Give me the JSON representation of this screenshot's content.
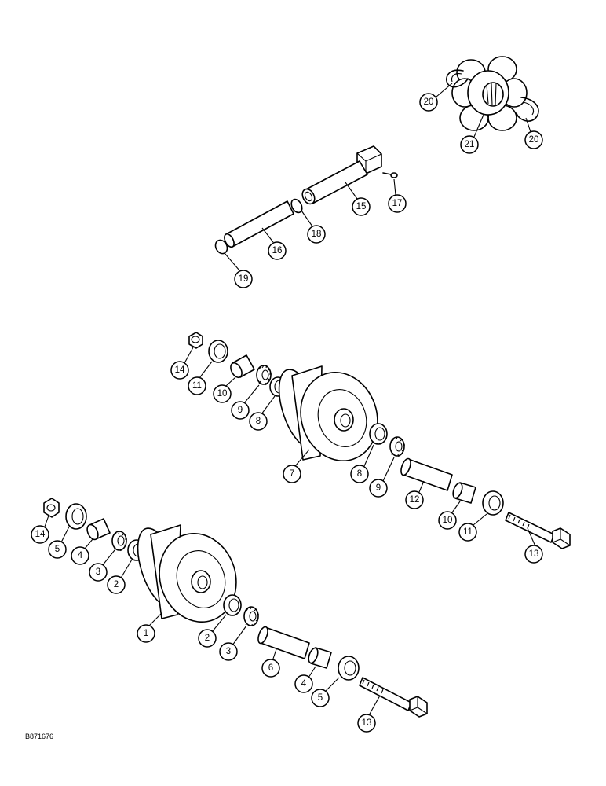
{
  "figure_code": "B871676",
  "callouts": {
    "c1": "1",
    "c2a": "2",
    "c2b": "2",
    "c3a": "3",
    "c3b": "3",
    "c4a": "4",
    "c4b": "4",
    "c5a": "5",
    "c5b": "5",
    "c6": "6",
    "c7": "7",
    "c8a": "8",
    "c8b": "8",
    "c9a": "9",
    "c9b": "9",
    "c10a": "10",
    "c10b": "10",
    "c11a": "11",
    "c11b": "11",
    "c12": "12",
    "c13a": "13",
    "c13b": "13",
    "c14a": "14",
    "c14b": "14",
    "c15": "15",
    "c16": "16",
    "c17": "17",
    "c18": "18",
    "c19": "19",
    "c20a": "20",
    "c20b": "20",
    "c21": "21"
  }
}
